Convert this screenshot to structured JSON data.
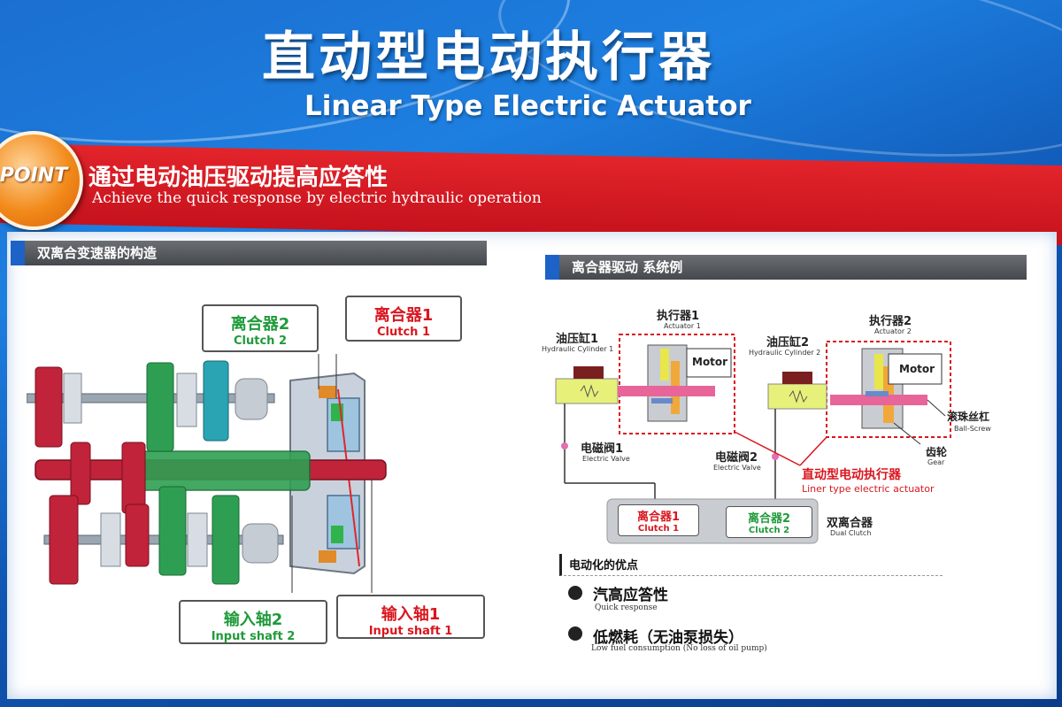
{
  "header": {
    "title_zh": "直动型电动执行器",
    "title_en": "Linear Type Electric Actuator"
  },
  "point": {
    "badge": "POINT",
    "headline_zh": "通过电动油压驱动提高应答性",
    "headline_en": "Achieve the quick response by electric hydraulic operation"
  },
  "left_section": {
    "heading": "双离合变速器的构造",
    "labels": {
      "clutch2_zh": "离合器2",
      "clutch2_en": "Clutch 2",
      "clutch1_zh": "离合器1",
      "clutch1_en": "Clutch 1",
      "input2_zh": "输入轴2",
      "input2_en": "Input shaft 2",
      "input1_zh": "输入轴1",
      "input1_en": "Input shaft 1"
    }
  },
  "right_section": {
    "heading": "离合器驱动 系统例",
    "actuator1_zh": "执行器1",
    "actuator1_en": "Actuator 1",
    "actuator2_zh": "执行器2",
    "actuator2_en": "Actuator 2",
    "cyl1_zh": "油压缸1",
    "cyl1_en": "Hydraulic Cylinder 1",
    "cyl2_zh": "油压缸2",
    "cyl2_en": "Hydraulic Cylinder 2",
    "motor": "Motor",
    "ball_screw_zh": "滚珠丝杠",
    "ball_screw_en": "Ball-Screw",
    "gear_zh": "齿轮",
    "gear_en": "Gear",
    "valve1_zh": "电磁阀1",
    "valve_en": "Electric Valve",
    "valve2_zh": "电磁阀2",
    "linear_zh": "直动型电动执行器",
    "linear_en": "Liner type electric actuator",
    "clutch1_zh": "离合器1",
    "clutch1_en": "Clutch 1",
    "clutch2_zh": "离合器2",
    "clutch2_en": "Clutch 2",
    "dual_zh": "双离合器",
    "dual_en": "Dual Clutch"
  },
  "advantages": {
    "heading": "电动化的优点",
    "items": [
      {
        "zh": "汽高应答性",
        "en": "Quick response"
      },
      {
        "zh": "低燃耗（无油泵损失）",
        "en": "Low fuel consumption (No loss of oil pump)"
      }
    ]
  },
  "colors": {
    "red": "#d9161e",
    "green": "#1f9a3a",
    "blue_bg": "#1d7fe0",
    "band_red": "#c5121c"
  }
}
